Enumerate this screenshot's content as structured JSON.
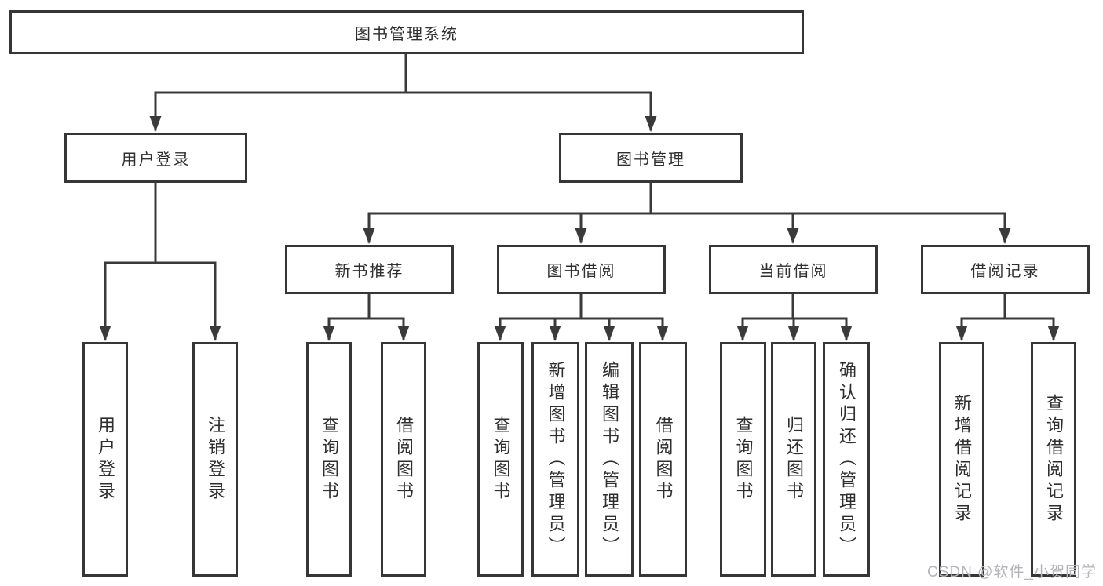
{
  "diagram_type": "hierarchy-tree",
  "colors": {
    "line": "#3a3a3a",
    "box_border": "#363636",
    "text": "#2f2f2f",
    "background": "#ffffff",
    "watermark_text_color": "#b4b4bb"
  },
  "tree": {
    "root": {
      "label": "图书管理系统"
    },
    "branches": [
      {
        "label": "用户登录",
        "children": [
          {
            "label": "用户登录"
          },
          {
            "label": "注销登录"
          }
        ]
      },
      {
        "label": "图书管理",
        "children": [
          {
            "label": "新书推荐",
            "children": [
              {
                "label": "查询图书"
              },
              {
                "label": "借阅图书"
              }
            ]
          },
          {
            "label": "图书借阅",
            "children": [
              {
                "label": "查询图书"
              },
              {
                "label": "新增图书（管理员）"
              },
              {
                "label": "编辑图书（管理员）"
              },
              {
                "label": "借阅图书"
              }
            ]
          },
          {
            "label": "当前借阅",
            "children": [
              {
                "label": "查询图书"
              },
              {
                "label": "归还图书"
              },
              {
                "label": "确认归还（管理员）"
              }
            ]
          },
          {
            "label": "借阅记录",
            "children": [
              {
                "label": "新增借阅记录"
              },
              {
                "label": "查询借阅记录"
              }
            ]
          }
        ]
      }
    ]
  },
  "watermark": "CSDN @软件_小贺同学"
}
